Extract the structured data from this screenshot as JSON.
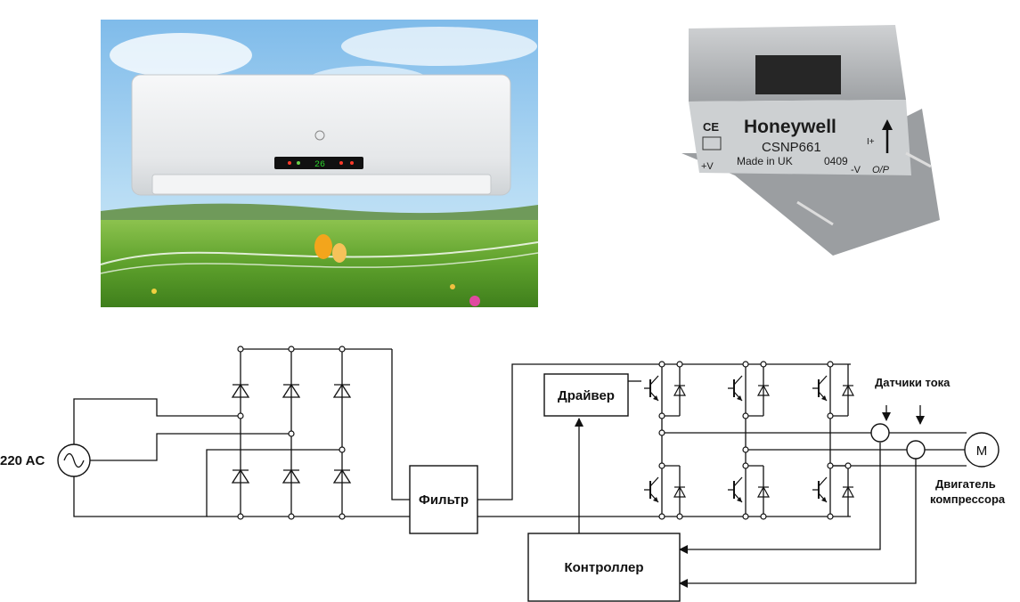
{
  "ac_photo": {
    "display_text": "26"
  },
  "sensor_photo": {
    "marking_ce": "CE",
    "brand": "Honeywell",
    "part_number": "CSNP661",
    "origin": "Made in UK",
    "date_code": "0409",
    "pin_plus_v": "+V",
    "pin_minus_v": "-V",
    "pin_output": "O/P",
    "current_direction": "I+"
  },
  "schematic": {
    "source_label": "220 AC",
    "filter_label": "Фильтр",
    "driver_label": "Драйвер",
    "controller_label": "Контроллер",
    "current_sensors_label": "Датчики тока",
    "motor_symbol": "M",
    "motor_label_line1": "Двигатель",
    "motor_label_line2": "компрессора"
  },
  "colors": {
    "wire": "#111111",
    "sky": "#8ec4ee",
    "grass": "#63a630",
    "ac_body": "#eceef0",
    "sensor_body": "#a9acaf"
  }
}
